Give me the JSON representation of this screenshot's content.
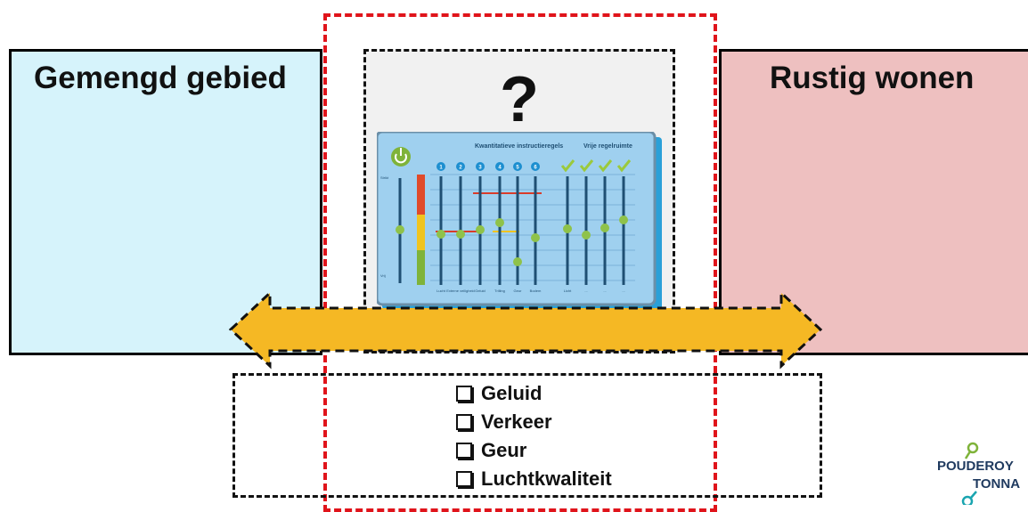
{
  "left_zone": {
    "title": "Gemengd gebied",
    "fill": "#d6f3fb"
  },
  "right_zone": {
    "title": "Rustig wonen",
    "fill": "#eec0c0"
  },
  "center_zone": {
    "symbol": "?"
  },
  "panel": {
    "title_left": "Kwantitatieve instructieregels",
    "title_right": "Vrije regelruimte",
    "left_numbers": [
      "1",
      "2",
      "3",
      "4",
      "5",
      "6"
    ],
    "left_labels": [
      "Lucht",
      "Externe veiligheid",
      "Geluid",
      "Trilling",
      "Geur",
      "Bodem"
    ],
    "right_labels": [
      "Licht",
      "...",
      "...",
      "..."
    ],
    "scale_top": "Strikt",
    "scale_bottom": "Vrij"
  },
  "checklist": [
    "Geluid",
    "Verkeer",
    "Geur",
    "Luchtkwaliteit"
  ],
  "logo": {
    "line1": "POUDEROY",
    "line2": "TONNA"
  },
  "colors": {
    "red_frame": "#e0141b",
    "arrow": "#f5b824",
    "panel_blue": "#9fd0ef"
  }
}
